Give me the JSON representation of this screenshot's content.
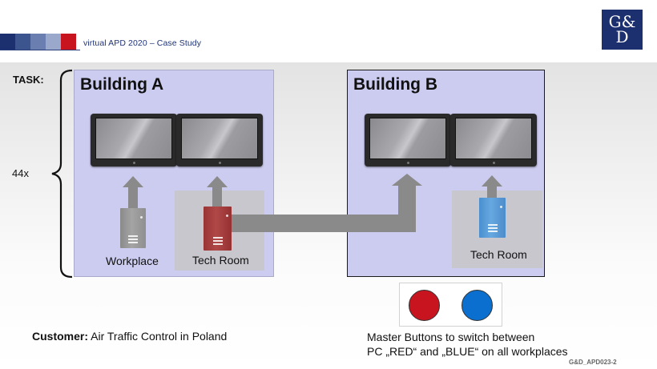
{
  "header": {
    "title": "virtual APD 2020 – Case Study",
    "stripe_colors": [
      "#1c2f6e",
      "#3d558f",
      "#6a7fb0",
      "#9aa8cc",
      "#c8141e"
    ],
    "logo_line1": "G&",
    "logo_line2": "D"
  },
  "task": {
    "label": "TASK:",
    "count": "44x"
  },
  "building_a": {
    "title": "Building A",
    "workplace_label": "Workplace",
    "tech_room_label": "Tech Room"
  },
  "building_b": {
    "title": "Building B",
    "tech_room_label": "Tech Room"
  },
  "colors": {
    "building_fill": "#ccccf0",
    "room_fill": "#c7c7cd",
    "arrow": "#8a8a8a",
    "pc_red": "#b04848",
    "pc_blue": "#5aa0dc",
    "pc_grey": "#9a9a9a",
    "button_red": "#c8141e",
    "button_blue": "#0a6fcf"
  },
  "customer": {
    "label": "Customer:",
    "value": " Air Traffic Control in Poland"
  },
  "master_buttons": {
    "line1": "Master Buttons to switch between",
    "line2": "PC „RED“ and „BLUE“ on all workplaces"
  },
  "footer": {
    "code": "G&D_APD023-2"
  }
}
